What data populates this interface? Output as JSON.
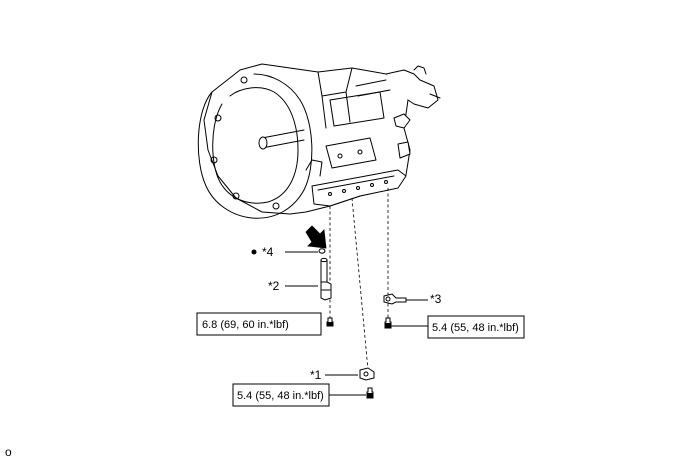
{
  "callouts": {
    "c1": "*1",
    "c2": "*2",
    "c3": "*3",
    "c4": "*4"
  },
  "torque": {
    "bolt_2": "6.8 (69, 60 in.*lbf)",
    "bolt_3": "5.4 (55, 48 in.*lbf)",
    "bolt_1": "5.4 (55, 48 in.*lbf)"
  },
  "corner_label": "o",
  "colors": {
    "line": "#000000",
    "background": "#ffffff"
  },
  "icons": {
    "new_part_marker": "filled-dot",
    "apply_direction": "arrow"
  }
}
